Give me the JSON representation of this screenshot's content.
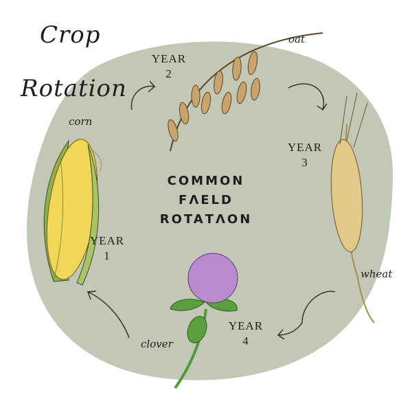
{
  "title": {
    "line1": "Crop",
    "line2": "Rotation"
  },
  "center": {
    "line1": "COMMON",
    "line2": "FΛELD",
    "line3": "ROTAΤΛON"
  },
  "years": [
    {
      "word": "YEAR",
      "number": "1"
    },
    {
      "word": "YEAR",
      "number": "2"
    },
    {
      "word": "YEAR",
      "number": "3"
    },
    {
      "word": "YEAR",
      "number": "4"
    }
  ],
  "crops": {
    "corn": "corn",
    "oat": "oat",
    "wheat": "wheat",
    "clover": "clover"
  },
  "colors": {
    "blob": "#c3c8b6",
    "corn": "#f2d657",
    "husk": "#8fb04a",
    "oat": "#c9a46d",
    "wheat": "#e2c98a",
    "clover": "#b98ad0",
    "stem": "#4f9a3a"
  }
}
